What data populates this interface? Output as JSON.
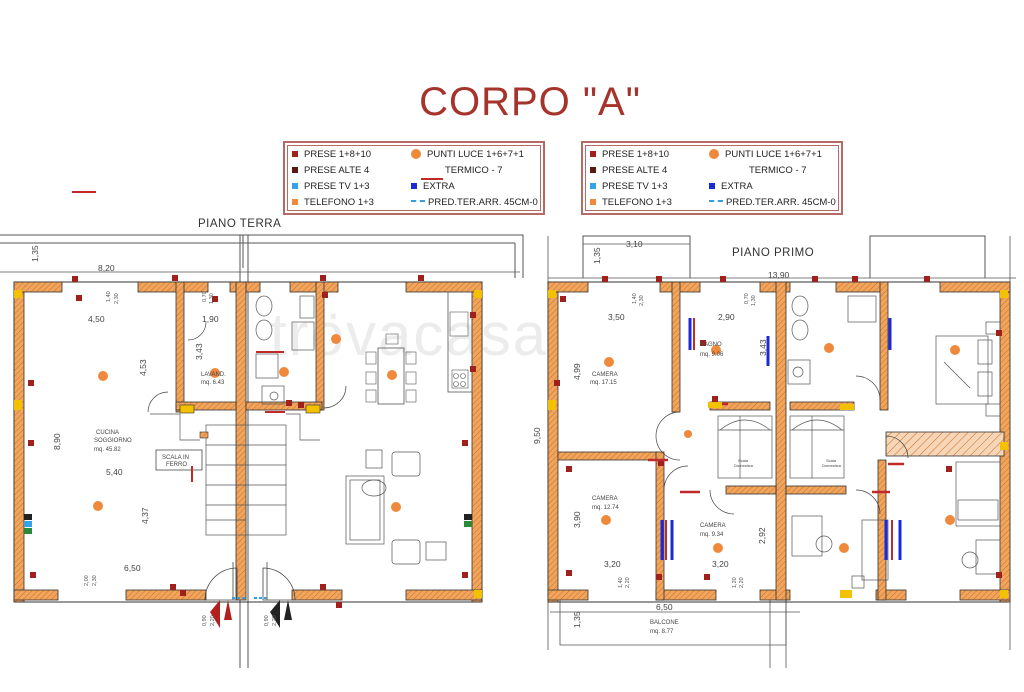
{
  "title": "CORPO \"A\"",
  "legend": {
    "left_col": [
      "PRESE 1+8+10",
      "PRESE ALTE 4",
      "PRESE TV 1+3",
      "TELEFONO 1+3"
    ],
    "right_col": [
      "PUNTI LUCE 1+6+7+1",
      "TERMICO - 7",
      "EXTRA",
      "PRED.TER.ARR. 45CM-0"
    ],
    "colors": {
      "prese": "#a0201c",
      "prese_alte": "#5a1a14",
      "prese_tv": "#36a3e8",
      "telefono": "#ef8a3c",
      "punti_luce": "#ef8a3c",
      "termico": "#c02a2a",
      "extra": "#1a2ad8",
      "pred": "#35a0e0"
    }
  },
  "plans": {
    "terra": {
      "name": "PIANO TERRA",
      "dims": [
        "1,35",
        "8,20",
        "4,50",
        "1,90",
        "4,53",
        "3,43",
        "8,90",
        "5,40",
        "4,37",
        "6,50",
        "1,40",
        "2,30",
        "0,70",
        "1,30",
        "2,00",
        "2,30",
        "0,90",
        "2,20",
        "0,90",
        "2,20"
      ],
      "rooms": [
        {
          "name": "LAVAND.",
          "area": "mq. 6.43"
        },
        {
          "name": "CUCINA\nSOGGIORNO",
          "area": "mq. 45.82"
        }
      ],
      "stair_label": "SCALA IN\nFERRO"
    },
    "primo": {
      "name": "PIANO PRIMO",
      "dims": [
        "3,10",
        "1,35",
        "13,90",
        "3,50",
        "2,90",
        "4,99",
        "3,43",
        "9,50",
        "3,90",
        "2,92",
        "3,20",
        "3,20",
        "6,50",
        "1,35",
        "1,40",
        "2,30",
        "0,70",
        "1,30",
        "1,40",
        "2,20",
        "1,20",
        "2,20"
      ],
      "rooms": [
        {
          "name": "CAMERA",
          "area": "mq. 17.15"
        },
        {
          "name": "BAGNO",
          "area": "mq. 9.06"
        },
        {
          "name": "CAMERA",
          "area": "mq. 12.74"
        },
        {
          "name": "CAMERA",
          "area": "mq. 9.34"
        },
        {
          "name": "BALCONE",
          "area": "mq. 8.77"
        }
      ],
      "stair_labels": [
        "Scala\nDomestica",
        "Scala\nDomestica"
      ]
    }
  },
  "watermark": "trövacasa"
}
